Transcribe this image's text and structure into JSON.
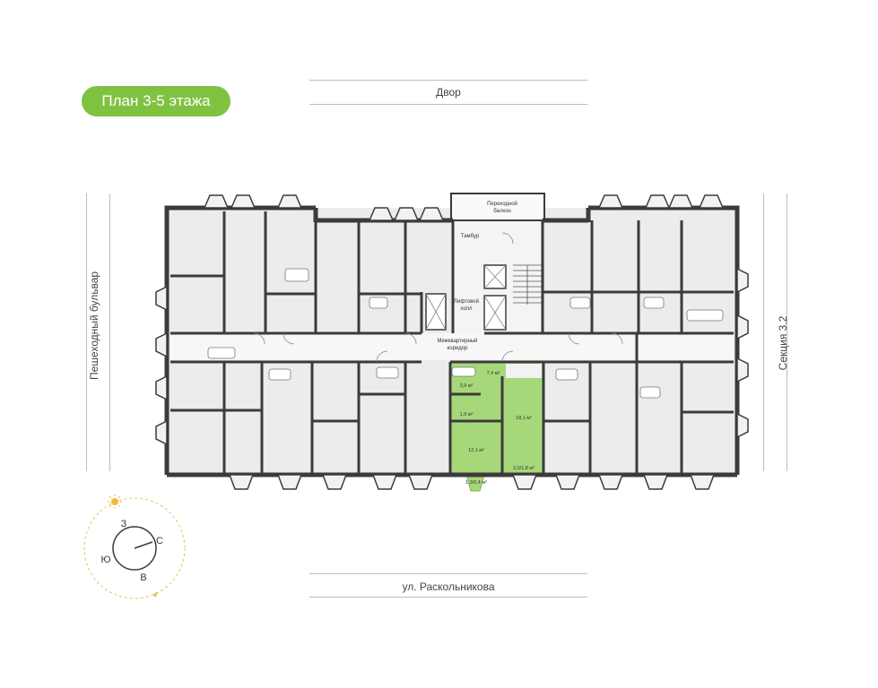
{
  "badge": {
    "label": "План 3-5 этажа",
    "color": "#7fc241"
  },
  "streets": {
    "top": "Двор",
    "bottom": "ул. Раскольникова",
    "left": "Пешеходный бульвар",
    "right": "Секция 3.2"
  },
  "plan": {
    "labels": {
      "balcony": "Переходной балкон",
      "balcony_line1": "Переходной",
      "balcony_line2": "балкон",
      "tambur": "Тамбур",
      "lift_line1": "Лифтовой",
      "lift_line2": "холл",
      "corridor_line1": "Межквартирный",
      "corridor_line2": "коридор"
    },
    "highlighted_apartment": {
      "color": "#a6d87a",
      "rooms": [
        "7,4 м²",
        "3,9 м²",
        "1,9 м²",
        "18,1 м²",
        "12,1 м²",
        "3,0/1,8 м²",
        "1,3/0,4 м²"
      ]
    },
    "colors": {
      "wall": "#3b3b3b",
      "room": "#ececec",
      "corridor": "#f7f7f7"
    }
  },
  "compass": {
    "north": "З",
    "east": "С",
    "south": "В",
    "west": "Ю",
    "sun_icon": "sun-icon",
    "accent": "#e2c45a"
  }
}
